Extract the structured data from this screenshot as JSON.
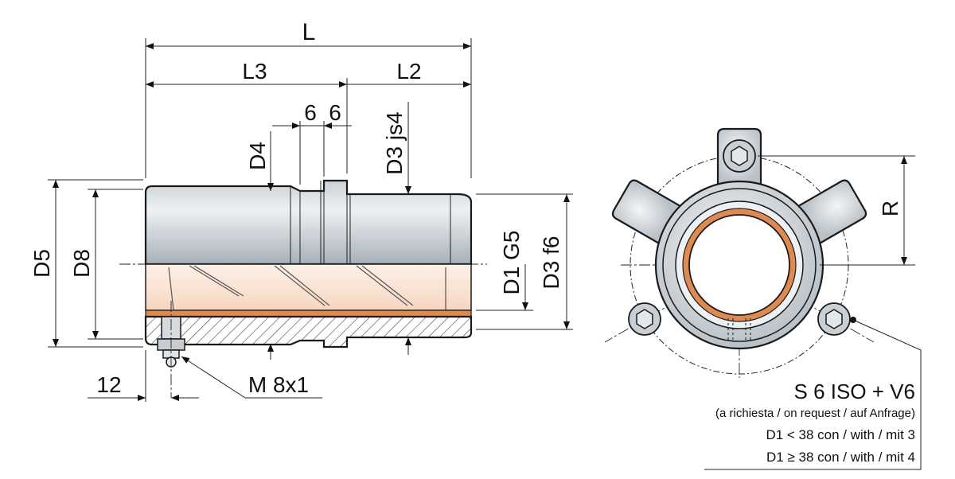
{
  "dimensions": {
    "L": "L",
    "L3": "L3",
    "L2": "L2",
    "six_a": "6",
    "six_b": "6",
    "D4": "D4",
    "D3js4": "D3 js4",
    "D5": "D5",
    "D8": "D8",
    "D1G5": "D1 G5",
    "D3f6": "D3 f6",
    "twelve": "12",
    "thread": "M 8x1",
    "R": "R"
  },
  "note": {
    "title": "S 6 ISO + V6",
    "subtitle": "(a richiesta / on request / auf Anfrage)",
    "line1": "D1 < 38  con / with / mit  3",
    "line2": "D1 ≥ 38  con / with / mit  4"
  },
  "colors": {
    "steel_light": "#e6eaed",
    "steel_dark": "#9aa4ab",
    "bronze": "#e08a4e",
    "bronze_light": "#fbe6d8",
    "hatch": "#555555",
    "line": "#1a1a1a"
  },
  "icons": [
    "grease-nipple-icon",
    "socket-screw-icon"
  ]
}
